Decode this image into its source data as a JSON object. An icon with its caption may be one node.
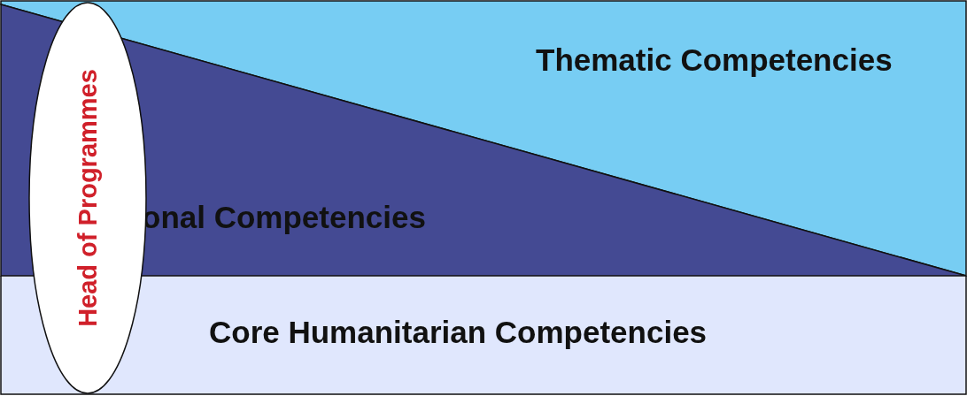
{
  "diagram": {
    "nodes": [
      {
        "text": [
          "Thematic Competencies"
        ]
      },
      {
        "text": [
          "onal Competencies"
        ]
      },
      {
        "text": [
          "Core Humanitarian Competencies"
        ]
      },
      {
        "text": [
          "Head of Programmes"
        ]
      }
    ]
  }
}
